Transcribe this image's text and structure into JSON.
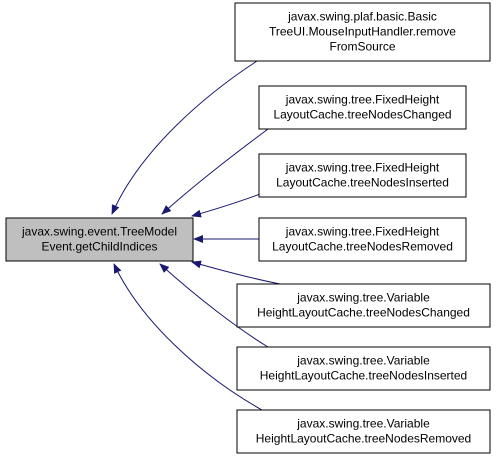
{
  "diagram": {
    "type": "call-graph",
    "center": {
      "id": "center",
      "lines": [
        "javax.swing.event.TreeModel",
        "Event.getChildIndices"
      ],
      "fill": "#bfbfbf"
    },
    "callers": [
      {
        "id": "caller-1",
        "lines": [
          "javax.swing.plaf.basic.Basic",
          "TreeUI.MouseInputHandler.remove",
          "FromSource"
        ]
      },
      {
        "id": "caller-2",
        "lines": [
          "javax.swing.tree.FixedHeight",
          "LayoutCache.treeNodesChanged"
        ]
      },
      {
        "id": "caller-3",
        "lines": [
          "javax.swing.tree.FixedHeight",
          "LayoutCache.treeNodesInserted"
        ]
      },
      {
        "id": "caller-4",
        "lines": [
          "javax.swing.tree.FixedHeight",
          "LayoutCache.treeNodesRemoved"
        ]
      },
      {
        "id": "caller-5",
        "lines": [
          "javax.swing.tree.Variable",
          "HeightLayoutCache.treeNodesChanged"
        ]
      },
      {
        "id": "caller-6",
        "lines": [
          "javax.swing.tree.Variable",
          "HeightLayoutCache.treeNodesInserted"
        ]
      },
      {
        "id": "caller-7",
        "lines": [
          "javax.swing.tree.Variable",
          "HeightLayoutCache.treeNodesRemoved"
        ]
      }
    ],
    "colors": {
      "edge": "#191970",
      "node_border": "#000000",
      "node_fill": "#ffffff"
    }
  }
}
